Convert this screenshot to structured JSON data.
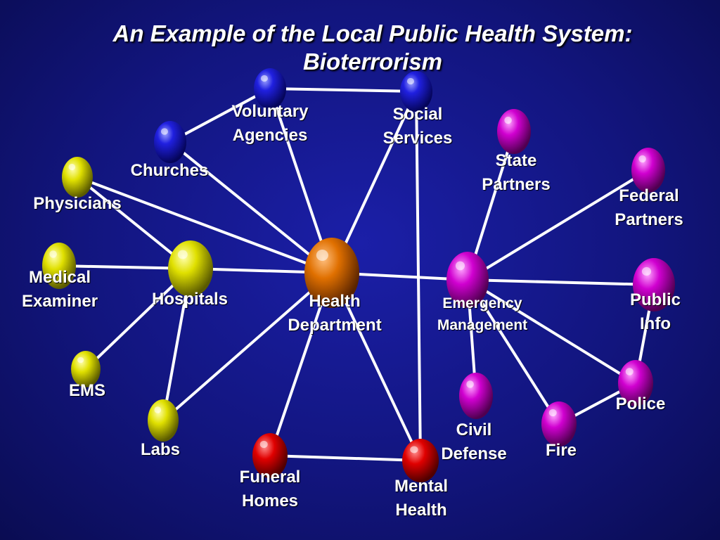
{
  "title": {
    "line1": "An Example of the Local Public Health System:",
    "line2": "Bioterrorism"
  },
  "colors": {
    "background": "#12157e",
    "lines": "#ffffff",
    "blue_node": "#1414d8",
    "yellow_node": "#e6e600",
    "orange_node": "#e07000",
    "magenta_node": "#cc00cc",
    "red_node": "#dd0000"
  },
  "nodes": {
    "voluntary_agencies": {
      "label_line1": "Voluntary",
      "label_line2": "Agencies",
      "color": "blue"
    },
    "social_services": {
      "label_line1": "Social",
      "label_line2": "Services",
      "color": "blue"
    },
    "churches": {
      "label_line1": "Churches",
      "color": "blue"
    },
    "physicians": {
      "label_line1": "Physicians",
      "color": "yellow"
    },
    "medical_examiner": {
      "label_line1": "Medical",
      "label_line2": "Examiner",
      "color": "yellow"
    },
    "hospitals": {
      "label_line1": "Hospitals",
      "color": "yellow"
    },
    "ems": {
      "label_line1": "EMS",
      "color": "yellow"
    },
    "labs": {
      "label_line1": "Labs",
      "color": "yellow"
    },
    "health_department": {
      "label_line1": "Health",
      "label_line2": "Department",
      "color": "orange"
    },
    "funeral_homes": {
      "label_line1": "Funeral",
      "label_line2": "Homes",
      "color": "red"
    },
    "mental_health": {
      "label_line1": "Mental",
      "label_line2": "Health",
      "color": "red"
    },
    "state_partners": {
      "label_line1": "State",
      "label_line2": "Partners",
      "color": "magenta"
    },
    "federal_partners": {
      "label_line1": "Federal",
      "label_line2": "Partners",
      "color": "magenta"
    },
    "emergency_management": {
      "label_line1": "Emergency",
      "label_line2": "Management",
      "color": "magenta"
    },
    "public_info": {
      "label_line1": "Public",
      "label_line2": "Info",
      "color": "magenta"
    },
    "civil_defense": {
      "label_line1": "Civil",
      "label_line2": "Defense",
      "color": "magenta"
    },
    "fire": {
      "label_line1": "Fire",
      "color": "magenta"
    },
    "police": {
      "label_line1": "Police",
      "color": "magenta"
    }
  },
  "connections": [
    [
      "voluntary_agencies",
      "social_services"
    ],
    [
      "voluntary_agencies",
      "churches"
    ],
    [
      "voluntary_agencies",
      "health_department"
    ],
    [
      "social_services",
      "health_department"
    ],
    [
      "social_services",
      "mental_health"
    ],
    [
      "churches",
      "health_department"
    ],
    [
      "physicians",
      "health_department"
    ],
    [
      "physicians",
      "hospitals"
    ],
    [
      "medical_examiner",
      "hospitals"
    ],
    [
      "hospitals",
      "health_department"
    ],
    [
      "hospitals",
      "ems"
    ],
    [
      "hospitals",
      "labs"
    ],
    [
      "labs",
      "health_department"
    ],
    [
      "health_department",
      "emergency_management"
    ],
    [
      "health_department",
      "funeral_homes"
    ],
    [
      "health_department",
      "mental_health"
    ],
    [
      "funeral_homes",
      "mental_health"
    ],
    [
      "emergency_management",
      "state_partners"
    ],
    [
      "emergency_management",
      "federal_partners"
    ],
    [
      "emergency_management",
      "public_info"
    ],
    [
      "emergency_management",
      "civil_defense"
    ],
    [
      "emergency_management",
      "fire"
    ],
    [
      "emergency_management",
      "police"
    ],
    [
      "public_info",
      "police"
    ],
    [
      "fire",
      "police"
    ]
  ]
}
